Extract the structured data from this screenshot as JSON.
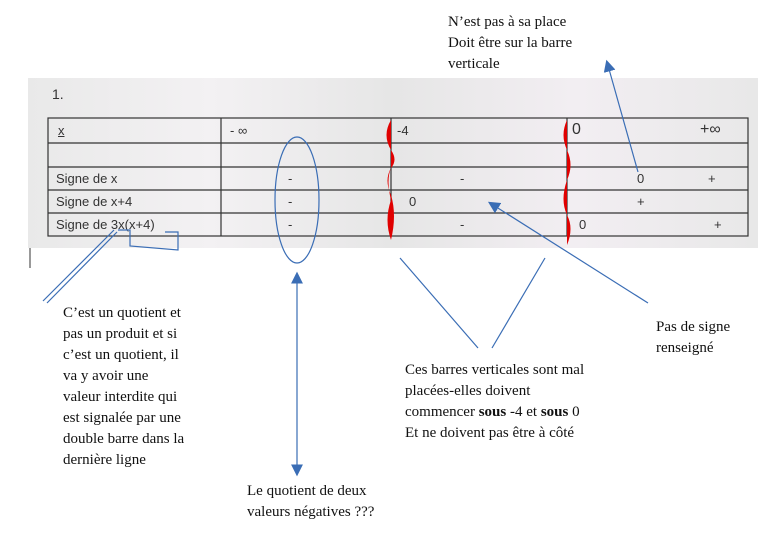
{
  "doc": {
    "number": "1.",
    "table": {
      "header": {
        "label": "x",
        "values": [
          "- ∞",
          "-4",
          "0",
          "+∞"
        ]
      },
      "rows": [
        {
          "label": "Signe de x",
          "cells": [
            "-",
            "-",
            "0",
            "+"
          ]
        },
        {
          "label": "Signe de x+4",
          "cells": [
            "-",
            "0",
            "+"
          ]
        },
        {
          "label": "Signe de 3x(x+4)",
          "cells": [
            "-",
            "-",
            "0",
            "+"
          ]
        }
      ]
    }
  },
  "annotations": {
    "top": [
      "N’est pas à sa place",
      "Doit être sur la barre",
      "verticale"
    ],
    "left": [
      "C’est un quotient et",
      "pas un produit et si",
      "c’est un quotient, il",
      "va y avoir une",
      "valeur interdite qui",
      "est signalée par une",
      "double barre dans la",
      "dernière ligne"
    ],
    "right": [
      "Pas de signe",
      "renseigné"
    ],
    "middle": {
      "line1": "Ces barres verticales sont mal",
      "line2": "placées-elles doivent",
      "line3_a": "commencer ",
      "bold": "sous",
      "line3_b": " -4 et ",
      "line3_c": " 0",
      "line4": "Et ne doivent pas être à côté"
    },
    "bottom": [
      "Le quotient de deux",
      "valeurs négatives ???"
    ]
  },
  "colors": {
    "arrow": "#3a6db5",
    "red": "#e00000"
  }
}
